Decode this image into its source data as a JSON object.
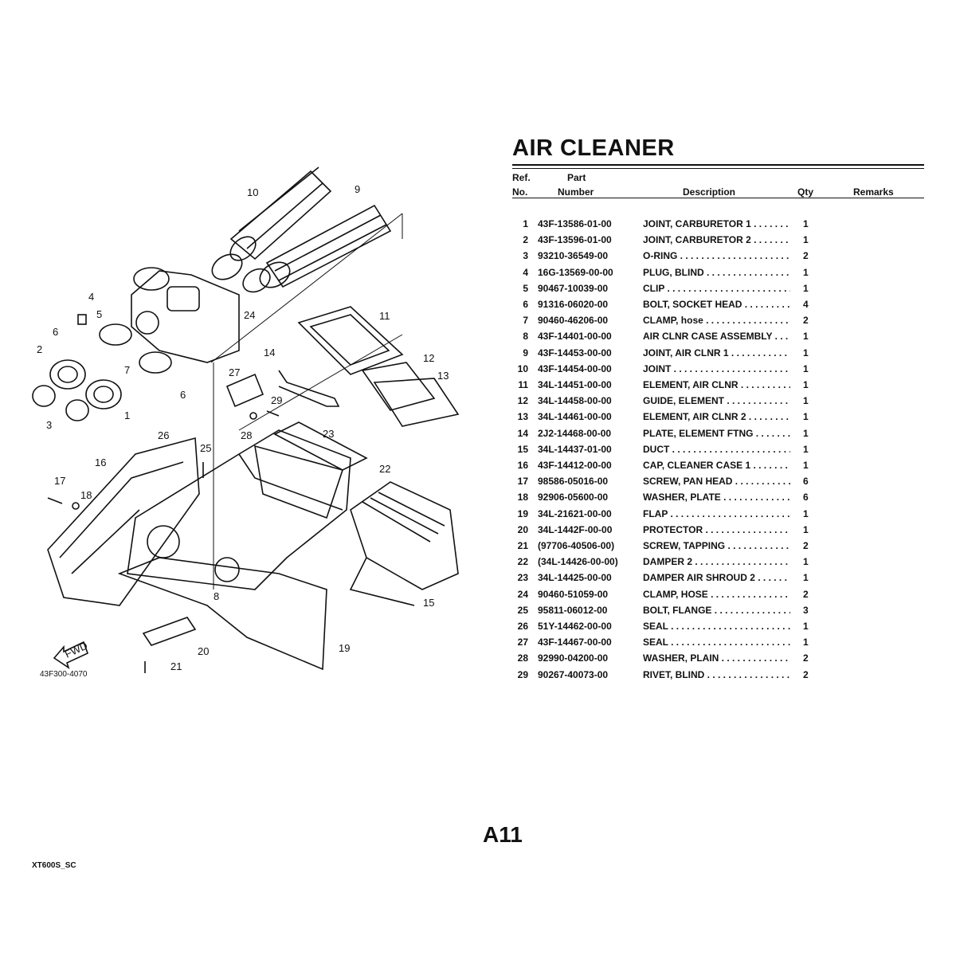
{
  "title": "AIR CLEANER",
  "header": {
    "ref_line1": "Ref.",
    "ref_line2": "No.",
    "part_line1": "Part",
    "part_line2": "Number",
    "description": "Description",
    "qty": "Qty",
    "remarks": "Remarks"
  },
  "parts": [
    {
      "ref": "1",
      "part_number": "43F-13586-01-00",
      "description": "JOINT, CARBURETOR 1",
      "qty": "1"
    },
    {
      "ref": "2",
      "part_number": "43F-13596-01-00",
      "description": "JOINT, CARBURETOR 2",
      "qty": "1"
    },
    {
      "ref": "3",
      "part_number": "93210-36549-00",
      "description": "O-RING",
      "qty": "2"
    },
    {
      "ref": "4",
      "part_number": "16G-13569-00-00",
      "description": "PLUG, BLIND",
      "qty": "1"
    },
    {
      "ref": "5",
      "part_number": "90467-10039-00",
      "description": "CLIP",
      "qty": "1"
    },
    {
      "ref": "6",
      "part_number": "91316-06020-00",
      "description": "BOLT, SOCKET HEAD",
      "qty": "4"
    },
    {
      "ref": "7",
      "part_number": "90460-46206-00",
      "description": "CLAMP, hose",
      "qty": "2"
    },
    {
      "ref": "8",
      "part_number": "43F-14401-00-00",
      "description": "AIR CLNR CASE ASSEMBLY",
      "qty": "1"
    },
    {
      "ref": "9",
      "part_number": "43F-14453-00-00",
      "description": "JOINT, AIR CLNR 1",
      "qty": "1"
    },
    {
      "ref": "10",
      "part_number": "43F-14454-00-00",
      "description": "JOINT",
      "qty": "1"
    },
    {
      "ref": "11",
      "part_number": "34L-14451-00-00",
      "description": "ELEMENT, AIR CLNR",
      "qty": "1"
    },
    {
      "ref": "12",
      "part_number": "34L-14458-00-00",
      "description": "GUIDE, ELEMENT",
      "qty": "1"
    },
    {
      "ref": "13",
      "part_number": "34L-14461-00-00",
      "description": "ELEMENT, AIR CLNR 2",
      "qty": "1"
    },
    {
      "ref": "14",
      "part_number": "2J2-14468-00-00",
      "description": "PLATE, ELEMENT FTNG",
      "qty": "1"
    },
    {
      "ref": "15",
      "part_number": "34L-14437-01-00",
      "description": "DUCT",
      "qty": "1"
    },
    {
      "ref": "16",
      "part_number": "43F-14412-00-00",
      "description": "CAP, CLEANER CASE 1",
      "qty": "1"
    },
    {
      "ref": "17",
      "part_number": "98586-05016-00",
      "description": "SCREW, PAN HEAD",
      "qty": "6"
    },
    {
      "ref": "18",
      "part_number": "92906-05600-00",
      "description": "WASHER, PLATE",
      "qty": "6"
    },
    {
      "ref": "19",
      "part_number": "34L-21621-00-00",
      "description": "FLAP",
      "qty": "1"
    },
    {
      "ref": "20",
      "part_number": "34L-1442F-00-00",
      "description": "PROTECTOR",
      "qty": "1"
    },
    {
      "ref": "21",
      "part_number": "(97706-40506-00)",
      "description": "SCREW, TAPPING",
      "qty": "2"
    },
    {
      "ref": "22",
      "part_number": "(34L-14426-00-00)",
      "description": "DAMPER 2",
      "qty": "1"
    },
    {
      "ref": "23",
      "part_number": "34L-14425-00-00",
      "description": "DAMPER AIR SHROUD 2",
      "qty": "1"
    },
    {
      "ref": "24",
      "part_number": "90460-51059-00",
      "description": "CLAMP, HOSE",
      "qty": "2"
    },
    {
      "ref": "25",
      "part_number": "95811-06012-00",
      "description": "BOLT, FLANGE",
      "qty": "3"
    },
    {
      "ref": "26",
      "part_number": "51Y-14462-00-00",
      "description": "SEAL",
      "qty": "1"
    },
    {
      "ref": "27",
      "part_number": "43F-14467-00-00",
      "description": "SEAL",
      "qty": "1"
    },
    {
      "ref": "28",
      "part_number": "92990-04200-00",
      "description": "WASHER, PLAIN",
      "qty": "2"
    },
    {
      "ref": "29",
      "part_number": "90267-40073-00",
      "description": "RIVET, BLIND",
      "qty": "2"
    }
  ],
  "diagram": {
    "callouts": [
      "10",
      "9",
      "4",
      "5",
      "6",
      "2",
      "7",
      "24",
      "11",
      "14",
      "12",
      "13",
      "27",
      "29",
      "28",
      "23",
      "22",
      "26",
      "25",
      "16",
      "17",
      "18",
      "3",
      "1",
      "6",
      "15",
      "8",
      "19",
      "20",
      "21"
    ],
    "fwd_label": "FWD",
    "figure_code": "43F300-4070"
  },
  "footer": {
    "page": "A11",
    "model_code": "XT600S_SC"
  }
}
